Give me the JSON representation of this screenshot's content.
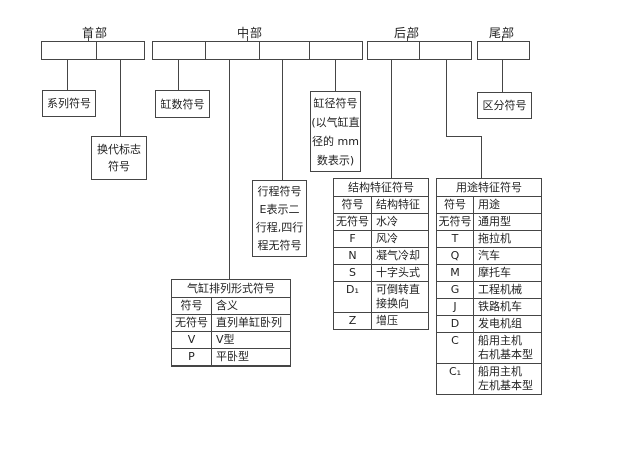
{
  "colors": {
    "background": "#ffffff",
    "line": "#454545",
    "text": "#222222"
  },
  "sections": {
    "head": {
      "label": "首部"
    },
    "middle": {
      "label": "中部"
    },
    "rear": {
      "label": "后部"
    },
    "tail": {
      "label": "尾部"
    }
  },
  "boxes": {
    "series": {
      "lines": [
        "系列符号"
      ]
    },
    "generation": {
      "lines": [
        "换代标志",
        "符号"
      ]
    },
    "cylinder_count": {
      "lines": [
        "缸数符号"
      ]
    },
    "bore": {
      "lines": [
        "缸径符号",
        "(以气缸直",
        "径的 mm",
        "数表示)"
      ]
    },
    "stroke": {
      "lines": [
        "行程符号",
        "E表示二",
        "行程,四行",
        "程无符号"
      ]
    },
    "distinguish": {
      "lines": [
        "区分符号"
      ]
    }
  },
  "tables": {
    "arrangement": {
      "title": "气缸排列形式符号",
      "headers": [
        "符号",
        "含义"
      ],
      "rows": [
        [
          "无符号",
          "直列单缸卧列"
        ],
        [
          "V",
          "V型"
        ],
        [
          "P",
          "平卧型"
        ]
      ]
    },
    "structure": {
      "title": "结构特征符号",
      "headers": [
        "符号",
        "结构特征"
      ],
      "rows": [
        [
          "无符号",
          "水冷"
        ],
        [
          "F",
          "风冷"
        ],
        [
          "N",
          "凝气冷却"
        ],
        [
          "S",
          "十字头式"
        ],
        [
          "D₁",
          "可倒转直\n接换向"
        ],
        [
          "Z",
          "增压"
        ]
      ]
    },
    "purpose": {
      "title": "用途特征符号",
      "headers": [
        "符号",
        "用途"
      ],
      "rows": [
        [
          "无符号",
          "通用型"
        ],
        [
          "T",
          "拖拉机"
        ],
        [
          "Q",
          "汽车"
        ],
        [
          "M",
          "摩托车"
        ],
        [
          "G",
          "工程机械"
        ],
        [
          "J",
          "铁路机车"
        ],
        [
          "D",
          "发电机组"
        ],
        [
          "C",
          "船用主机\n右机基本型"
        ],
        [
          "C₁",
          "船用主机\n左机基本型"
        ]
      ]
    }
  }
}
